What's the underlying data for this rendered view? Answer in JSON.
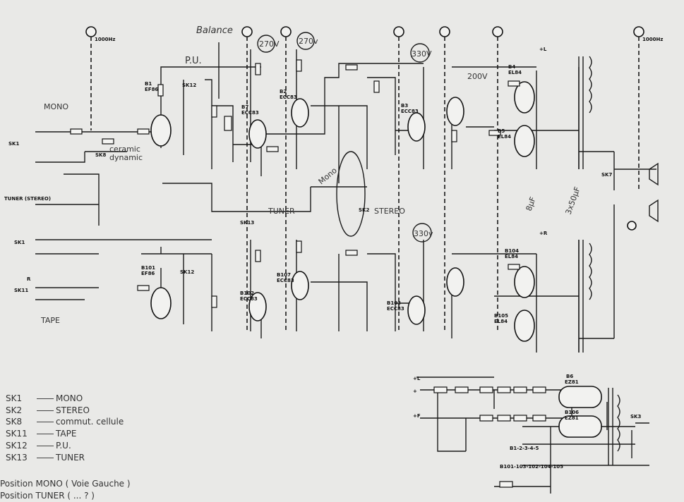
{
  "hand_labels": {
    "mono": "MONO",
    "pu": "P.U.",
    "balance": "Balance",
    "v270a": "270V",
    "v270b": "270v",
    "v330a": "330V",
    "v330b": "330v",
    "v200": "200V",
    "tuner": "TUNER",
    "stereo": "STEREO",
    "mono_sk2": "Mono",
    "tape": "TAPE",
    "ceramic": "ceramic",
    "dynamic": "dynamic",
    "cap8": "8µF",
    "cap3x50": "3x50µF"
  },
  "print_labels": {
    "sk1": "SK1",
    "sk1b": "SK1",
    "sk8": "SK8",
    "sk12": "SK12",
    "sk12b": "SK12",
    "sk13": "SK13",
    "sk2": "SK2",
    "sk7": "SK7",
    "sk11": "SK11",
    "sk3": "SK3",
    "tuner_in": "TUNER (STEREO)",
    "b1": "B1",
    "b1t": "EF86",
    "b7": "B7",
    "b7t": "ECC83",
    "b2": "B2",
    "b2t": "ECC83",
    "b3": "B3",
    "b3t": "ECC83",
    "b4": "B4",
    "b4t": "EL84",
    "b5": "B5",
    "b5t": "EL84",
    "b101": "B101",
    "b101t": "EF86",
    "b102": "B102",
    "b102t": "ECC83",
    "b107": "B107",
    "b107t": "ECC83",
    "b103": "B103",
    "b103t": "ECC83",
    "b104": "B104",
    "b104t": "EL84",
    "b105": "B105",
    "b105t": "EL84",
    "b6": "B6",
    "b6t": "EZ81",
    "b106": "B106",
    "b106t": "EZ81",
    "plus_l": "+L",
    "plus_r": "+R",
    "plus_f": "+F",
    "plus": "+",
    "L": "L",
    "R": "R",
    "freq": "1000Hz",
    "bus1": "B1-2-3-4-5",
    "bus2": "B101-103-102-104-105"
  },
  "legend": [
    {
      "key": "SK1",
      "value": "MONO"
    },
    {
      "key": "SK2",
      "value": "STEREO"
    },
    {
      "key": "SK8",
      "value": "commut. cellule"
    },
    {
      "key": "SK11",
      "value": "TAPE"
    },
    {
      "key": "SK12",
      "value": "P.U."
    },
    {
      "key": "SK13",
      "value": "TUNER"
    }
  ],
  "notes": [
    "Position MONO ( Voie Gauche )",
    "Position TUNER ( ... ? )"
  ]
}
